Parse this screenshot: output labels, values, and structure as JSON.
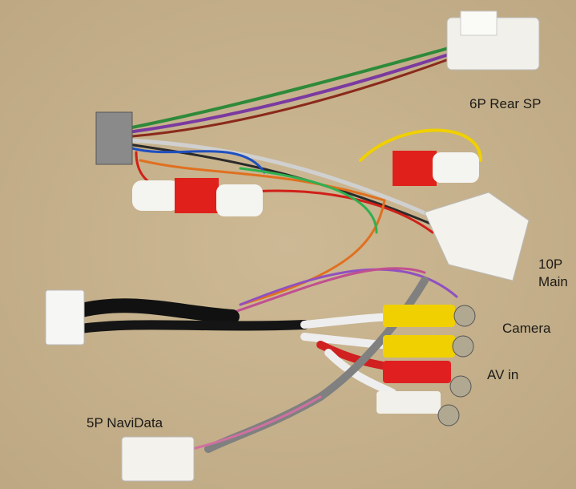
{
  "labels": {
    "rear_sp": "6P Rear SP",
    "main_line1": "10P",
    "main_line2": "Main",
    "camera": "Camera",
    "av_in": "AV in",
    "navidata": "5P NaviData"
  },
  "colors": {
    "background": "#c8b48e",
    "connector_white": "#f2f0ea",
    "red": "#e0201a",
    "yellow": "#f0d000"
  }
}
